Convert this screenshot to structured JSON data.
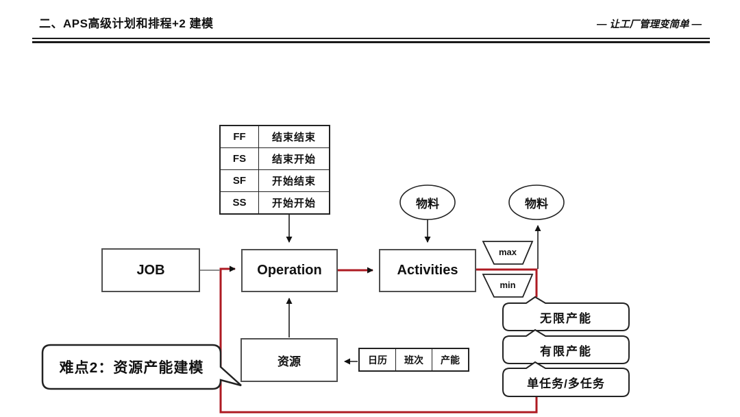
{
  "header": {
    "title": "二、APS高级计划和排程+2 建模",
    "slogan": "— 让工厂管理变简单 —"
  },
  "dependency_table": {
    "rows": [
      {
        "code": "FF",
        "meaning": "结束结束"
      },
      {
        "code": "FS",
        "meaning": "结束开始"
      },
      {
        "code": "SF",
        "meaning": "开始结束"
      },
      {
        "code": "SS",
        "meaning": "开始开始"
      }
    ]
  },
  "nodes": {
    "job": "JOB",
    "operation": "Operation",
    "activities": "Activities",
    "resource": "资源",
    "material_in": "物料",
    "material_out": "物料",
    "max_label": "max",
    "min_label": "min"
  },
  "resource_attr_table": {
    "cells": [
      "日历",
      "班次",
      "产能"
    ]
  },
  "callout": {
    "text": "难点2：资源产能建模"
  },
  "capacity_bubbles": [
    {
      "label": "无限产能"
    },
    {
      "label": "有限产能"
    },
    {
      "label": "单任务/多任务"
    }
  ],
  "colors": {
    "accent_red": "#AE1A22",
    "line_black": "#1a1a1a",
    "box_border": "#4f4f4f"
  }
}
